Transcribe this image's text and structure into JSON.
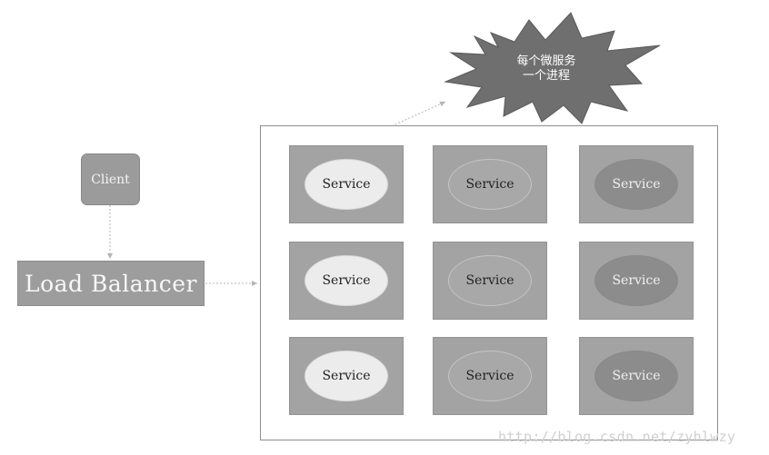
{
  "client": {
    "label": "Client"
  },
  "load_balancer": {
    "label": "Load Balancer"
  },
  "callout": {
    "line1": "每个微服务",
    "line2": "一个进程"
  },
  "services": [
    [
      {
        "label": "Service",
        "tone": "light"
      },
      {
        "label": "Service",
        "tone": "mid"
      },
      {
        "label": "Service",
        "tone": "dark"
      }
    ],
    [
      {
        "label": "Service",
        "tone": "light"
      },
      {
        "label": "Service",
        "tone": "mid"
      },
      {
        "label": "Service",
        "tone": "dark"
      }
    ],
    [
      {
        "label": "Service",
        "tone": "light"
      },
      {
        "label": "Service",
        "tone": "mid"
      },
      {
        "label": "Service",
        "tone": "dark"
      }
    ]
  ],
  "watermark": "http://blog.csdn.net/zyhlwzy"
}
